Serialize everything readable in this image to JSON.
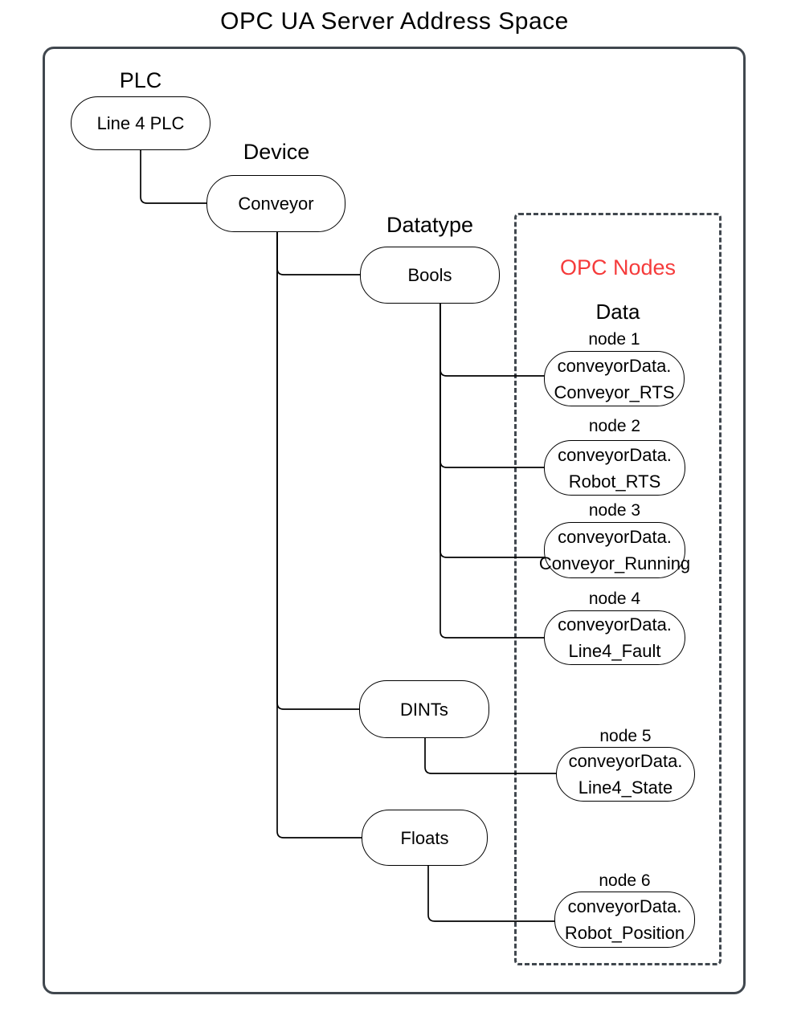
{
  "title": "OPC UA Server Address Space",
  "colors": {
    "frame": "#40474e",
    "opc_title_red": "#f53b3b",
    "node_stroke": "#000000",
    "background": "#ffffff"
  },
  "tree": {
    "plc": {
      "label": "PLC",
      "node": "Line 4 PLC"
    },
    "device": {
      "label": "Device",
      "node": "Conveyor"
    },
    "datatype": {
      "label": "Datatype",
      "bools": "Bools",
      "dints": "DINTs",
      "floats": "Floats"
    }
  },
  "opc_box": {
    "title": "OPC Nodes",
    "subtitle": "Data",
    "nodes": [
      {
        "label": "node 1",
        "line1": "conveyorData.",
        "line2": "Conveyor_RTS"
      },
      {
        "label": "node 2",
        "line1": "conveyorData.",
        "line2": "Robot_RTS"
      },
      {
        "label": "node 3",
        "line1": "conveyorData.",
        "line2": "Conveyor_Running"
      },
      {
        "label": "node 4",
        "line1": "conveyorData.",
        "line2": "Line4_Fault"
      },
      {
        "label": "node 5",
        "line1": "conveyorData.",
        "line2": "Line4_State"
      },
      {
        "label": "node 6",
        "line1": "conveyorData.",
        "line2": "Robot_Position"
      }
    ]
  }
}
